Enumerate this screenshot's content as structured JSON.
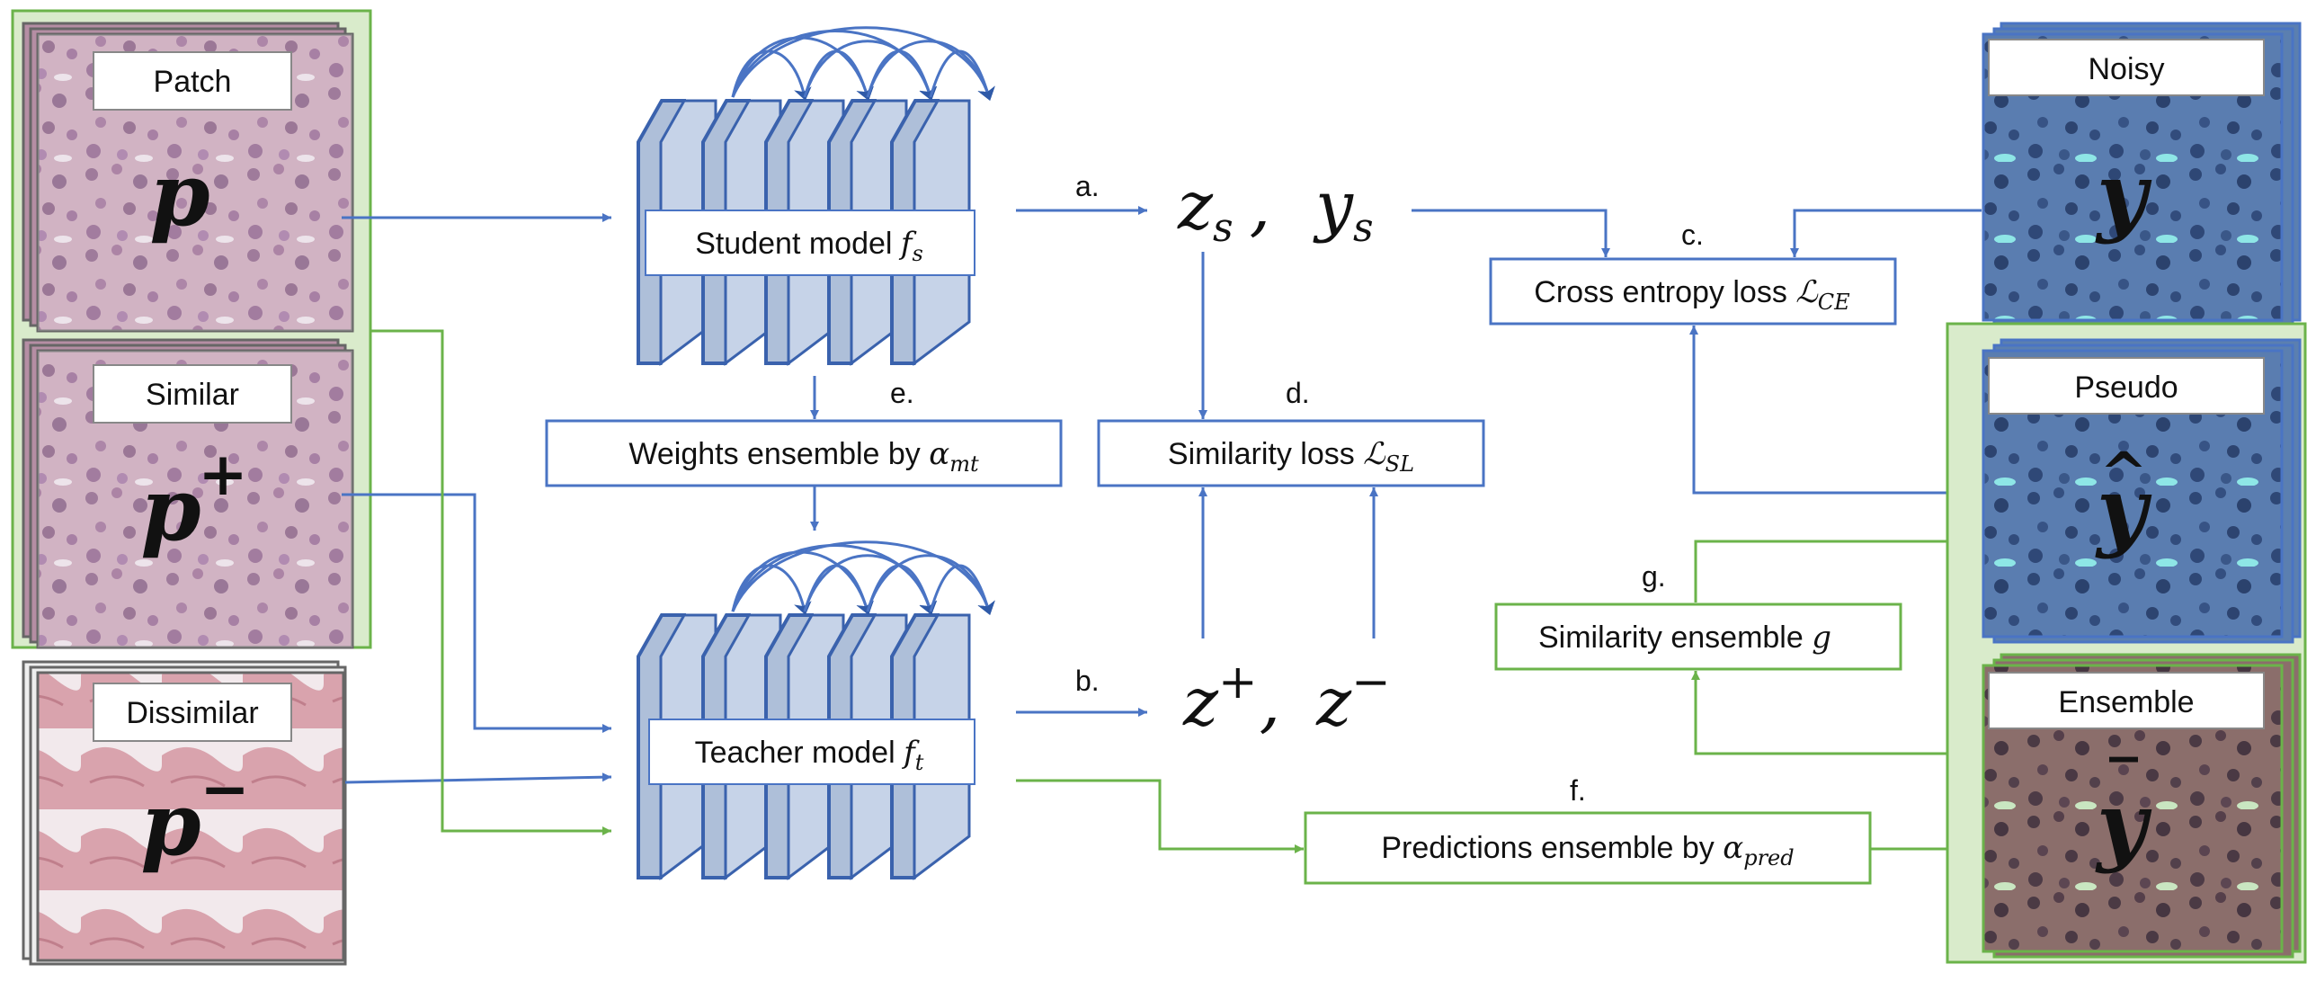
{
  "colors": {
    "blue": "#4a74c4",
    "green": "#6bb34a",
    "tissue_pink": "#c6a4b5",
    "tissue_blue": "#5b7fb0",
    "tissue_brown": "#8a6a6a",
    "green_panel": "#d9ebcb"
  },
  "inputs": {
    "patch": {
      "label": "Patch",
      "symbol": "p",
      "sup": ""
    },
    "similar": {
      "label": "Similar",
      "symbol": "p",
      "sup": "+"
    },
    "dissimilar": {
      "label": "Dissimilar",
      "symbol": "p",
      "sup": "−"
    }
  },
  "models": {
    "student": {
      "label": "Student model ",
      "sym": "f",
      "sub": "s"
    },
    "teacher": {
      "label": "Teacher model ",
      "sym": "f",
      "sub": "t"
    }
  },
  "outputs": {
    "student_z": "z",
    "student_z_sub": "s",
    "student_y": "y",
    "student_y_sub": "s",
    "comma": ",",
    "teacher_z": "z",
    "plus": "+",
    "minus": "−"
  },
  "steps": {
    "a": "a.",
    "b": "b.",
    "c": "c.",
    "d": "d.",
    "e": "e.",
    "f": "f.",
    "g": "g."
  },
  "boxes": {
    "weights": {
      "label": "Weights ensemble by ",
      "sym": "α",
      "sub": "mt"
    },
    "similarity_loss": {
      "label": "Similarity loss ",
      "sym": "ℒ",
      "sub": "SL"
    },
    "cross_entropy": {
      "label": "Cross entropy loss ",
      "sym": "ℒ",
      "sub": "CE"
    },
    "similarity_ensemble": {
      "label": "Similarity ensemble ",
      "sym": "g"
    },
    "predictions_ensemble": {
      "label": "Predictions ensemble by ",
      "sym": "α",
      "sub": "pred"
    }
  },
  "labels_right": {
    "noisy": {
      "label": "Noisy",
      "symbol": "y"
    },
    "pseudo": {
      "label": "Pseudo",
      "symbol": "y",
      "accent": "^"
    },
    "ensemble": {
      "label": "Ensemble",
      "symbol": "y",
      "accent": "‾"
    }
  }
}
